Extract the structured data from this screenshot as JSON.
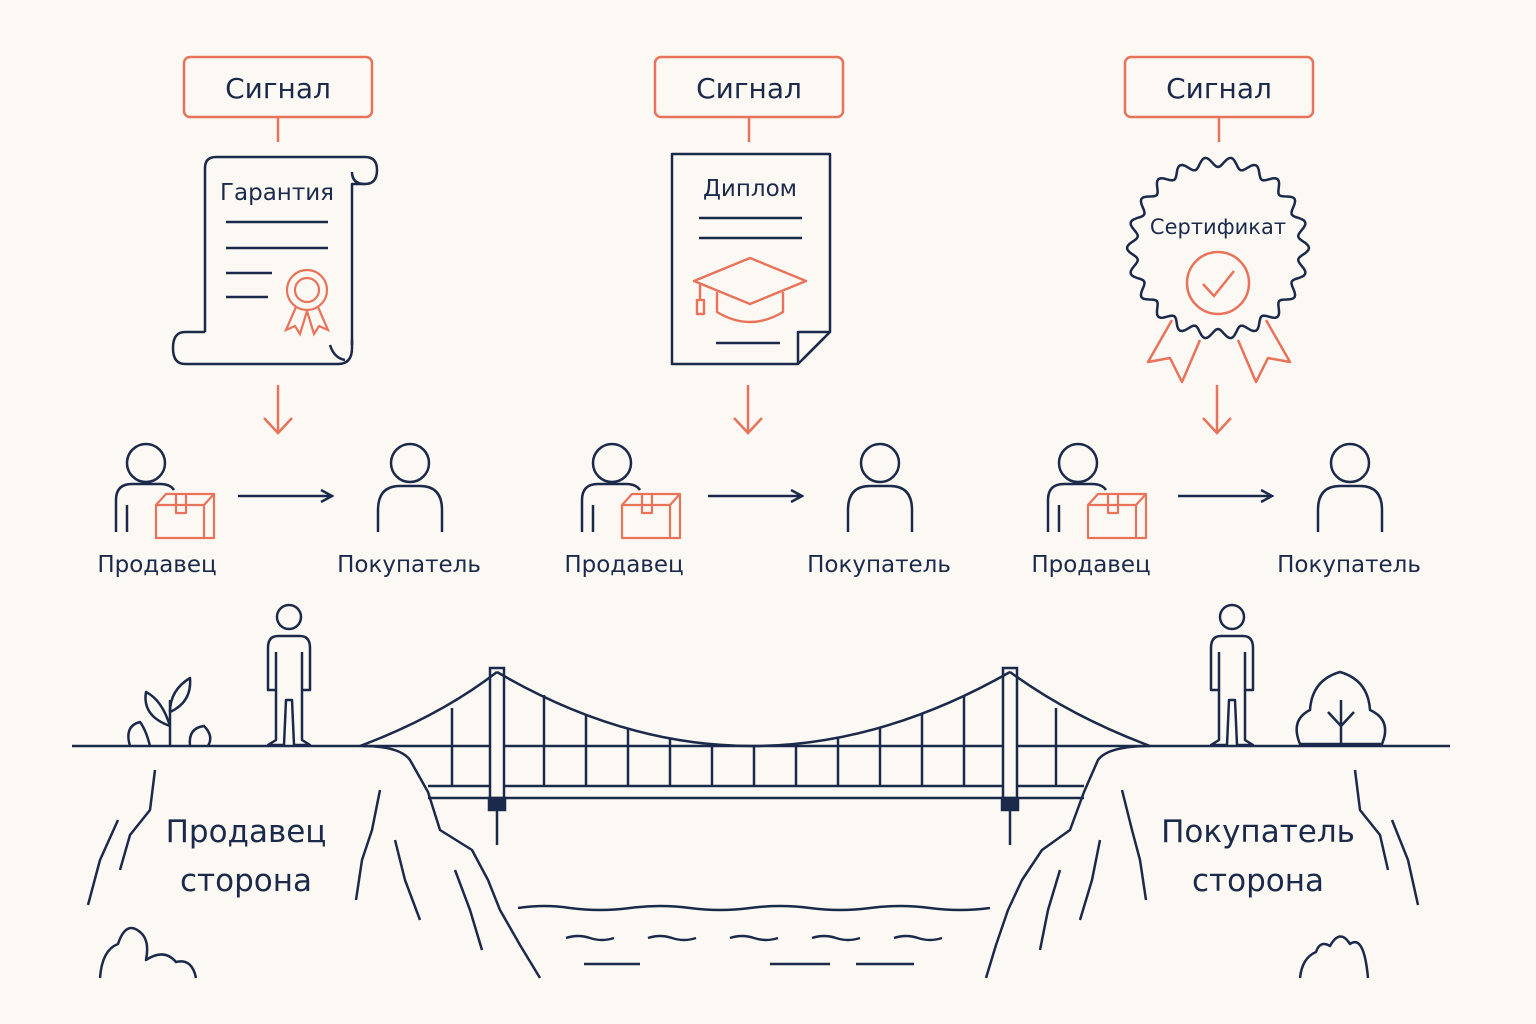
{
  "colors": {
    "background": "#fcf9f4",
    "ink": "#1b2a4a",
    "accent": "#e8735a"
  },
  "signal_columns": [
    {
      "signal_label": "Сигнал",
      "document_title": "Гарантия",
      "document_icon": "scroll-warranty-icon",
      "seal_icon": "rosette-seal-icon",
      "seller_label": "Продавец",
      "buyer_label": "Покупатель"
    },
    {
      "signal_label": "Сигнал",
      "document_title": "Диплом",
      "document_icon": "diploma-document-icon",
      "seal_icon": "graduation-cap-icon",
      "seller_label": "Продавец",
      "buyer_label": "Покупатель"
    },
    {
      "signal_label": "Сигнал",
      "document_title": "Сертификат",
      "document_icon": "certificate-badge-icon",
      "seal_icon": "checkmark-icon",
      "seller_label": "Продавец",
      "buyer_label": "Покупатель"
    }
  ],
  "bridge_scene": {
    "left_side_line1": "Продавец",
    "left_side_line2": "сторона",
    "right_side_line1": "Покупатель",
    "right_side_line2": "сторона"
  }
}
